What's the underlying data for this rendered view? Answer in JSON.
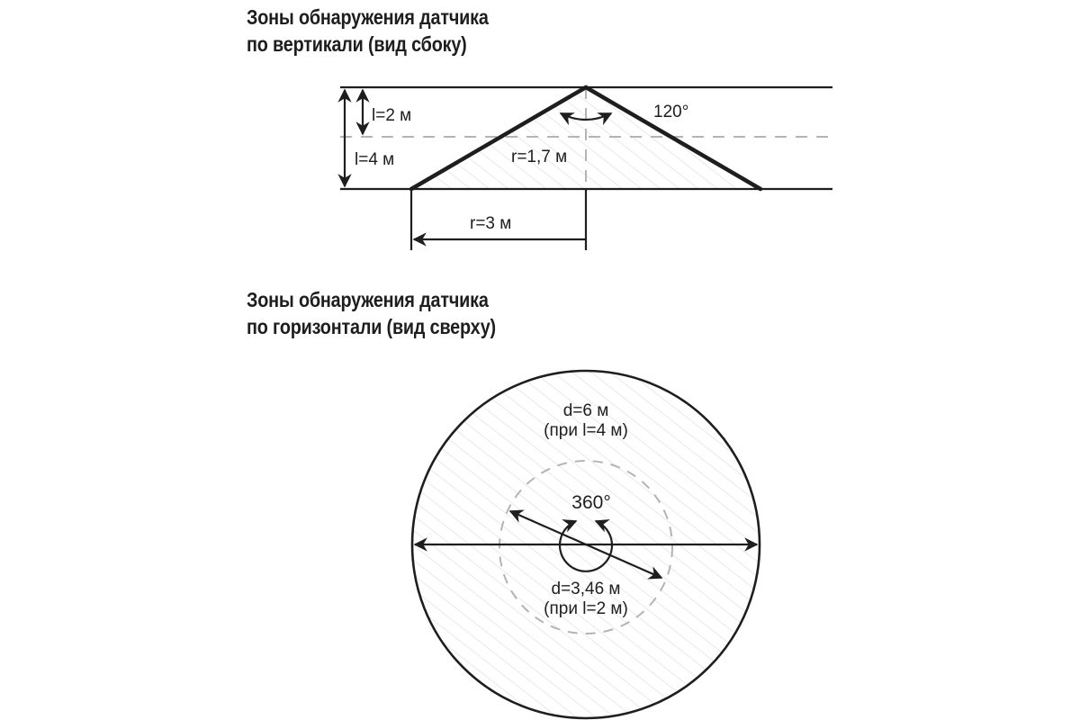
{
  "side_view": {
    "title_line1": "Зоны обнаружения датчика",
    "title_line2": "по вертикали (вид сбоку)",
    "labels": {
      "height_2m": "l=2 м",
      "height_4m": "l=4 м",
      "radius_inner": "r=1,7 м",
      "angle": "120°",
      "radius_outer": "r=3 м"
    }
  },
  "top_view": {
    "title_line1": "Зоны обнаружения датчика",
    "title_line2": "по горизонтали (вид сверху)",
    "labels": {
      "outer_diameter": "d=6 м",
      "outer_condition": "(при l=4 м)",
      "rotation": "360°",
      "inner_diameter": "d=3,46 м",
      "inner_condition": "(при l=2 м)"
    }
  },
  "colors": {
    "line": "#1e1e1e",
    "dashed": "#b4b4b4",
    "hatch": "#e2e2e2",
    "background": "#ffffff"
  }
}
